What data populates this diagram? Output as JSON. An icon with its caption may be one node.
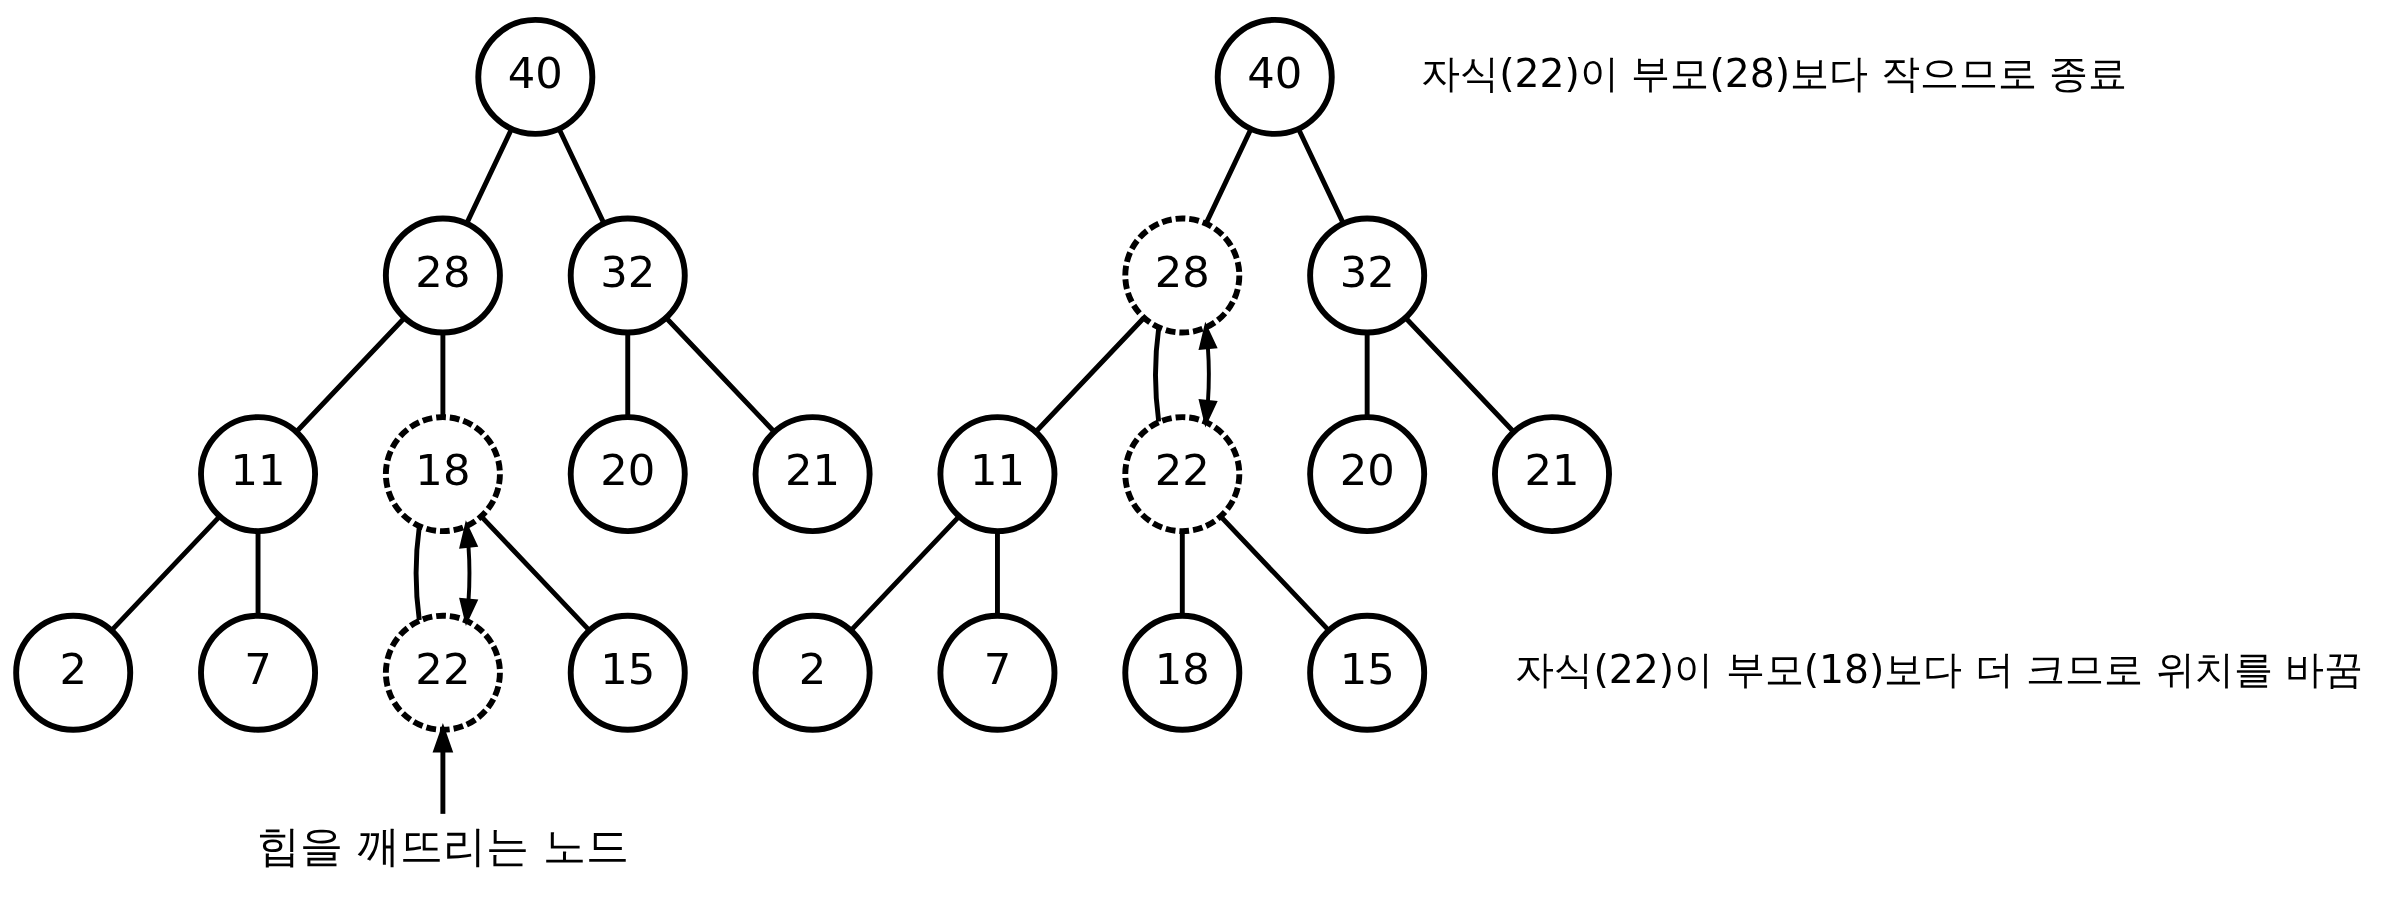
{
  "diagram": {
    "nodes": [
      {
        "text": [
          "40"
        ]
      },
      {
        "text": [
          "28"
        ]
      },
      {
        "text": [
          "32"
        ]
      },
      {
        "text": [
          "11"
        ]
      },
      {
        "text": [
          "18"
        ]
      },
      {
        "text": [
          "20"
        ]
      },
      {
        "text": [
          "21"
        ]
      },
      {
        "text": [
          "2"
        ]
      },
      {
        "text": [
          "7"
        ]
      },
      {
        "text": [
          "22"
        ]
      },
      {
        "text": [
          "15"
        ]
      },
      {
        "text": [
          "힙을 깨뜨리는 노드"
        ]
      },
      {
        "text": [
          "40"
        ]
      },
      {
        "text": [
          "28"
        ]
      },
      {
        "text": [
          "32"
        ]
      },
      {
        "text": [
          "11"
        ]
      },
      {
        "text": [
          "22"
        ]
      },
      {
        "text": [
          "20"
        ]
      },
      {
        "text": [
          "21"
        ]
      },
      {
        "text": [
          "2"
        ]
      },
      {
        "text": [
          "7"
        ]
      },
      {
        "text": [
          "18"
        ]
      },
      {
        "text": [
          "15"
        ]
      }
    ],
    "edges": [
      {
        "from": 0,
        "to": 1,
        "arrow": "none"
      },
      {
        "from": 0,
        "to": 2,
        "arrow": "none"
      },
      {
        "from": 1,
        "to": 3,
        "arrow": "none"
      },
      {
        "from": 1,
        "to": 4,
        "arrow": "none"
      },
      {
        "from": 2,
        "to": 5,
        "arrow": "none"
      },
      {
        "from": 2,
        "to": 6,
        "arrow": "none"
      },
      {
        "from": 3,
        "to": 7,
        "arrow": "none"
      },
      {
        "from": 3,
        "to": 8,
        "arrow": "none"
      },
      {
        "from": 4,
        "to": 9,
        "arrow": "none"
      },
      {
        "from": 4,
        "to": 10,
        "arrow": "none"
      },
      {
        "from": 4,
        "to": 9,
        "arrow": "both"
      },
      {
        "from": 11,
        "to": 9,
        "arrow": "to"
      },
      {
        "from": 12,
        "to": 13,
        "arrow": "none"
      },
      {
        "from": 12,
        "to": 14,
        "arrow": "none"
      },
      {
        "from": 13,
        "to": 15,
        "arrow": "none"
      },
      {
        "from": 13,
        "to": 16,
        "arrow": "none"
      },
      {
        "from": 14,
        "to": 17,
        "arrow": "none"
      },
      {
        "from": 14,
        "to": 18,
        "arrow": "none"
      },
      {
        "from": 15,
        "to": 19,
        "arrow": "none"
      },
      {
        "from": 15,
        "to": 20,
        "arrow": "none"
      },
      {
        "from": 16,
        "to": 21,
        "arrow": "none"
      },
      {
        "from": 16,
        "to": 22,
        "arrow": "none"
      },
      {
        "from": 13,
        "to": 16,
        "arrow": "both"
      }
    ],
    "labels": [
      "자식(22)이 부모(28)보다 작으므로 종료",
      "자식(22)이 부모(18)보다 더 크므로 위치를 바꿈"
    ]
  }
}
